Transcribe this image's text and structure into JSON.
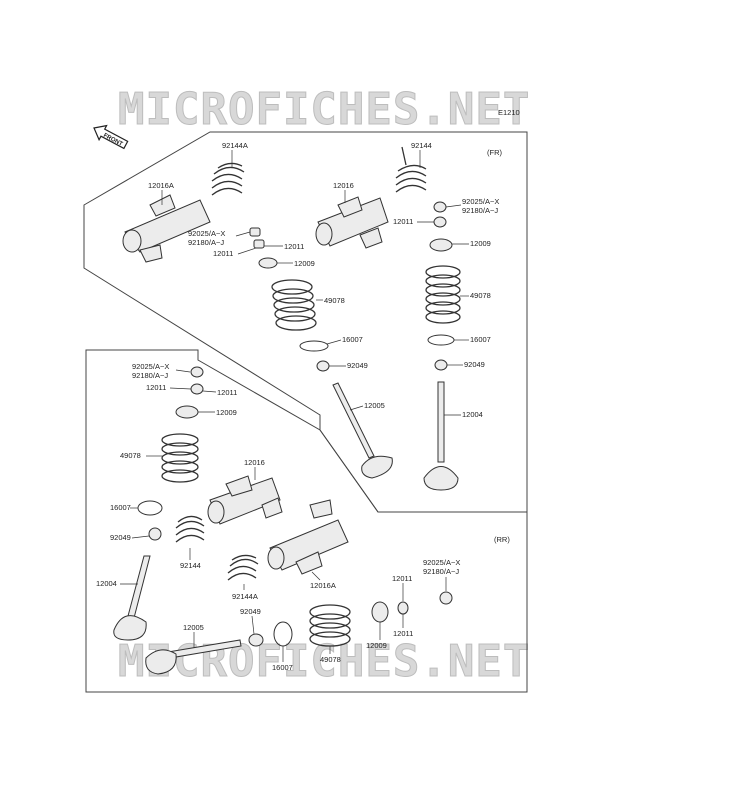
{
  "watermark": "MICROFICHES.NET",
  "figure_code": "E1210",
  "front_label": "FRONT",
  "section_fr": "(FR)",
  "section_rr": "(RR)",
  "fr_labels": {
    "rocker_a": "12016A",
    "rocker": "12016",
    "spring_a": "92144A",
    "spring": "92144",
    "cap1_l": "92025/A~X",
    "cap2_l": "92180/A~J",
    "keeper_l": "12011",
    "keeper2_l": "12011",
    "retainer_l": "12009",
    "cap1_r": "92025/A~X",
    "cap2_r": "92180/A~J",
    "keeper_r": "12011",
    "retainer_r": "12009",
    "vspring_l": "49078",
    "vspring_r": "49078",
    "seat_l": "16007",
    "seat_r": "16007",
    "seal_l": "92049",
    "seal_r": "92049",
    "valve_l": "12005",
    "valve_r": "12004"
  },
  "rr_labels": {
    "cap1": "92025/A~X",
    "cap2": "92180/A~J",
    "keeper": "12011",
    "keeper2": "12011",
    "retainer": "12009",
    "vspring": "49078",
    "rocker": "12016",
    "seat": "16007",
    "seal": "92049",
    "spring": "92144",
    "valve": "12004",
    "spring_a": "92144A",
    "rocker_a": "12016A",
    "cap1_r": "92025/A~X",
    "cap2_r": "92180/A~J",
    "keeper_r": "12011",
    "keeper_r2": "12011",
    "retainer_r": "12009",
    "seal_b": "92049",
    "valve_b": "12005",
    "seat_b": "16007",
    "vspring_b": "49078"
  }
}
